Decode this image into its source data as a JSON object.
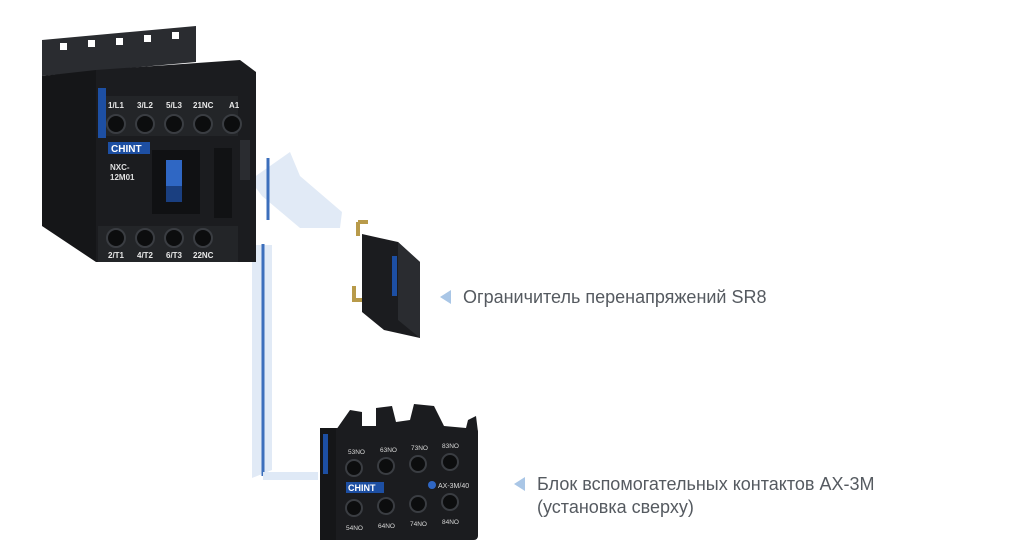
{
  "contactor": {
    "brand": "CHINT",
    "model_line1": "NXC-",
    "model_line2": "12M01",
    "top_terminals": [
      "1/L1",
      "3/L2",
      "5/L3",
      "21NC",
      "A1"
    ],
    "bottom_terminals": [
      "2/T1",
      "4/T2",
      "6/T3",
      "22NC"
    ]
  },
  "surge_suppressor": {
    "label": "Ограничитель перенапряжений SR8"
  },
  "aux_block": {
    "brand": "CHINT",
    "model": "AX-3M/40",
    "top_terminals": [
      "53NO",
      "63NO",
      "73NO",
      "83NO"
    ],
    "bottom_terminals": [
      "54NO",
      "64NO",
      "74NO",
      "84NO"
    ],
    "label_line1": "Блок вспомогательных контактов AX-3M",
    "label_line2": "(установка сверху)"
  },
  "colors": {
    "body": "#1b1c1f",
    "body_shade": "#2a2c30",
    "accent_blue": "#1d4fa3",
    "arrow_fill": "#dfe9f6",
    "arrow_line": "#3c6fbc",
    "marker": "#a9c6e6",
    "text": "#555a60"
  }
}
